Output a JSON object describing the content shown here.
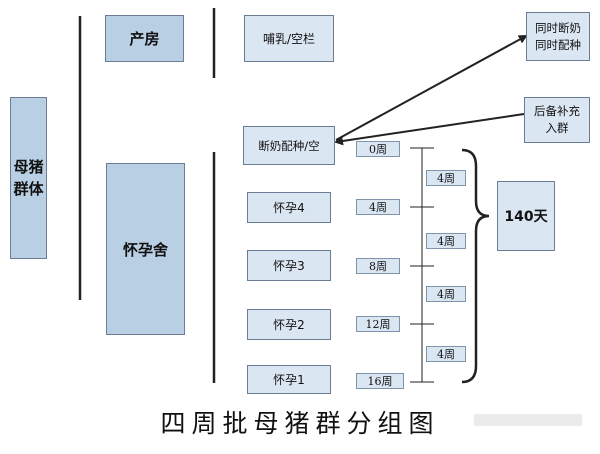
{
  "groups": {
    "sow_group": "母猪\n群体",
    "farrowing": "产房",
    "gestation": "怀孕舍"
  },
  "stages": {
    "nursing": "哺乳/空栏",
    "weaning": "断奶配种/空",
    "preg4": "怀孕4",
    "preg3": "怀孕3",
    "preg2": "怀孕2",
    "preg1": "怀孕1"
  },
  "side_notes": {
    "sync_wean": "同时断奶\n同时配种",
    "replacement": "后备补充\n入群",
    "total_days": "140天"
  },
  "week_tags": [
    "0周",
    "4周",
    "8周",
    "12周",
    "16周"
  ],
  "interval_tags": [
    "4周",
    "4周",
    "4周",
    "4周"
  ],
  "caption": "四周批母猪群分组图",
  "colors": {
    "box_fill_dark": "#b9cfe4",
    "box_fill_light": "#dbe6f3",
    "line": "#222222"
  }
}
